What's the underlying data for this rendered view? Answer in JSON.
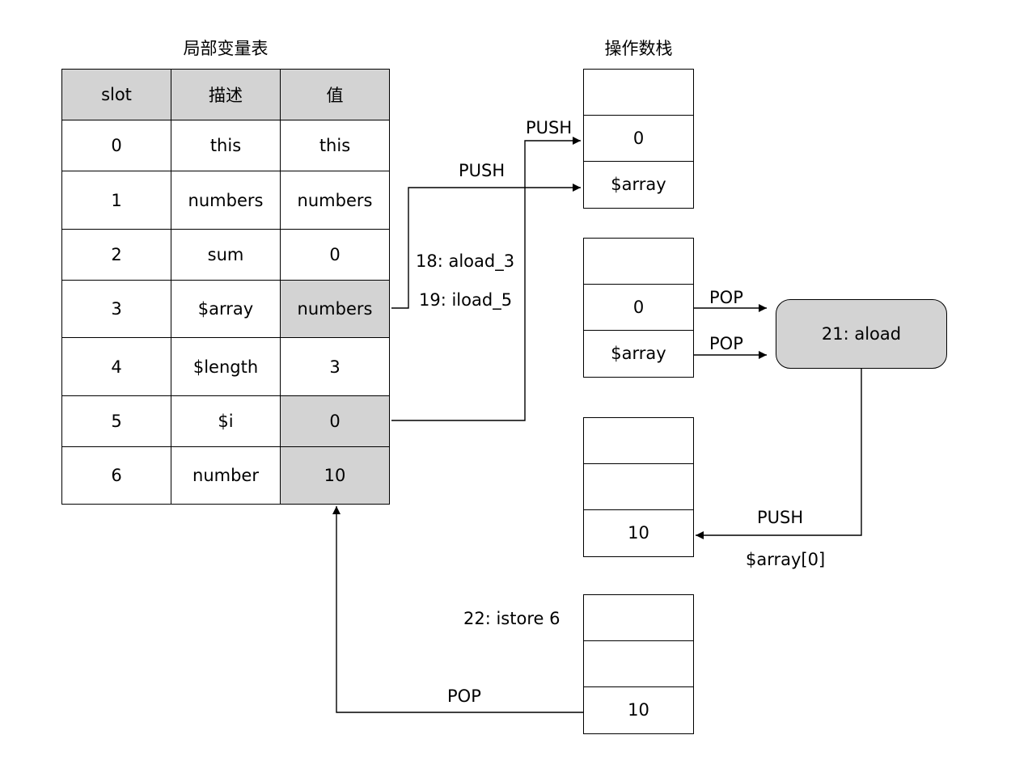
{
  "local_var_table": {
    "title": "局部变量表",
    "headers": [
      "slot",
      "描述",
      "值"
    ],
    "rows": [
      {
        "slot": "0",
        "desc": "this",
        "value": "this",
        "highlight": false
      },
      {
        "slot": "1",
        "desc": "numbers",
        "value": "numbers",
        "highlight": false
      },
      {
        "slot": "2",
        "desc": "sum",
        "value": "0",
        "highlight": false
      },
      {
        "slot": "3",
        "desc": "$array",
        "value": "numbers",
        "highlight": true
      },
      {
        "slot": "4",
        "desc": "$length",
        "value": "3",
        "highlight": false
      },
      {
        "slot": "5",
        "desc": "$i",
        "value": "0",
        "highlight": true
      },
      {
        "slot": "6",
        "desc": "number",
        "value": "10",
        "highlight": true
      }
    ]
  },
  "operand_stack": {
    "title": "操作数栈",
    "stacks": [
      [
        "",
        "0",
        "$array"
      ],
      [
        "",
        "0",
        "$array"
      ],
      [
        "",
        "",
        "10"
      ],
      [
        "",
        "",
        "10"
      ]
    ]
  },
  "instruction_node": {
    "label": "21: aload"
  },
  "labels": {
    "push_top": "PUSH",
    "push_mid": "PUSH",
    "aload_3": "18: aload_3",
    "iload_5": "19: iload_5",
    "pop_1": "POP",
    "pop_2": "POP",
    "push_result": "PUSH",
    "array_elem": "$array[0]",
    "istore": "22: istore 6",
    "pop_store": "POP"
  },
  "colors": {
    "highlight": "#d3d3d3",
    "line": "#000000"
  }
}
